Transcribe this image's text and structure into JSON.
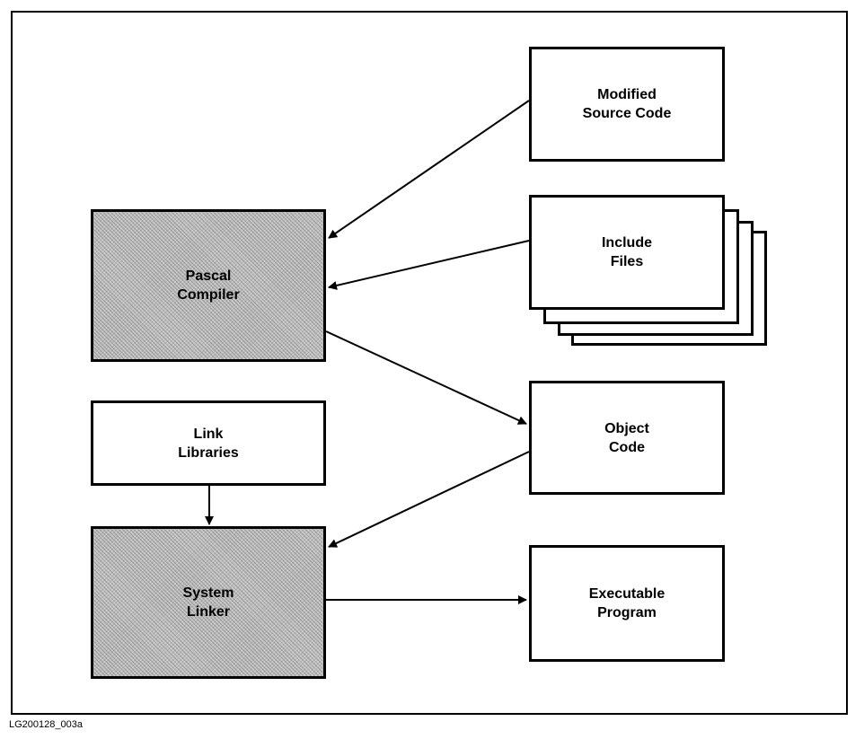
{
  "boxes": {
    "modified_source": "Modified\nSource Code",
    "include_files": "Include\nFiles",
    "pascal_compiler": "Pascal\nCompiler",
    "object_code": "Object\nCode",
    "link_libraries": "Link\nLibraries",
    "system_linker": "System\nLinker",
    "executable_program": "Executable\nProgram"
  },
  "figure_id": "LG200128_003a"
}
